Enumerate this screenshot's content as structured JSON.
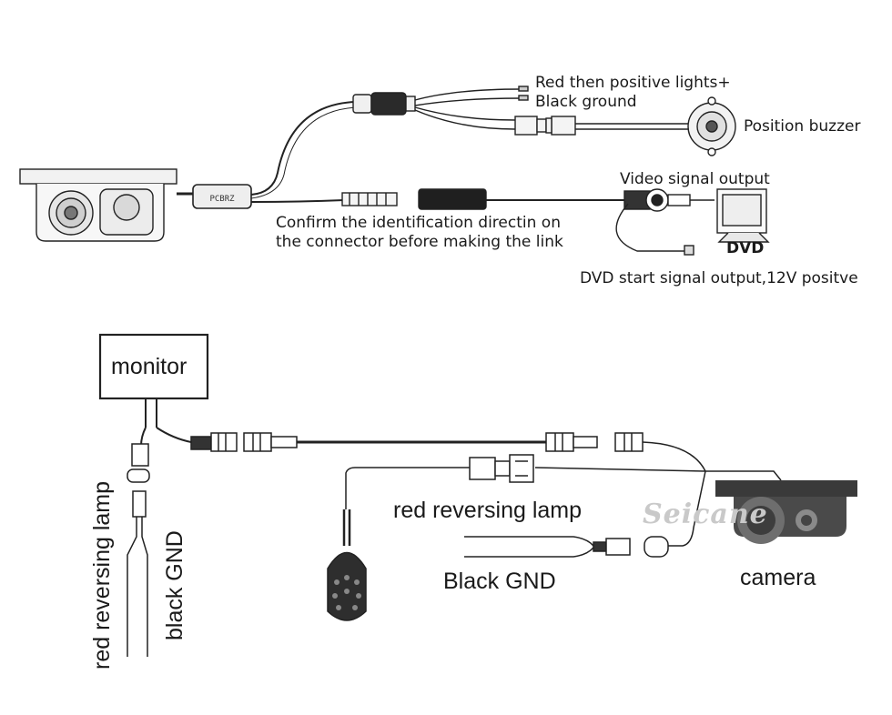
{
  "top_diagram": {
    "labels": {
      "lights": "Red then positive lights+",
      "ground": "Black ground",
      "buzzer": "Position buzzer",
      "video": "Video signal output",
      "confirm_line1": "Confirm the identification directin on",
      "confirm_line2": "the connector before making the link",
      "dvd_start": "DVD start signal output,12V positve",
      "dvd": "DVD",
      "module_text": "PCBRZ"
    }
  },
  "bottom_diagram": {
    "labels": {
      "monitor": "monitor",
      "red_vertical": "red reversing lamp",
      "black_vertical": "black GND",
      "red_horizontal": "red reversing lamp",
      "black_horizontal": "Black GND",
      "camera": "camera"
    },
    "watermark": "Seicane"
  }
}
